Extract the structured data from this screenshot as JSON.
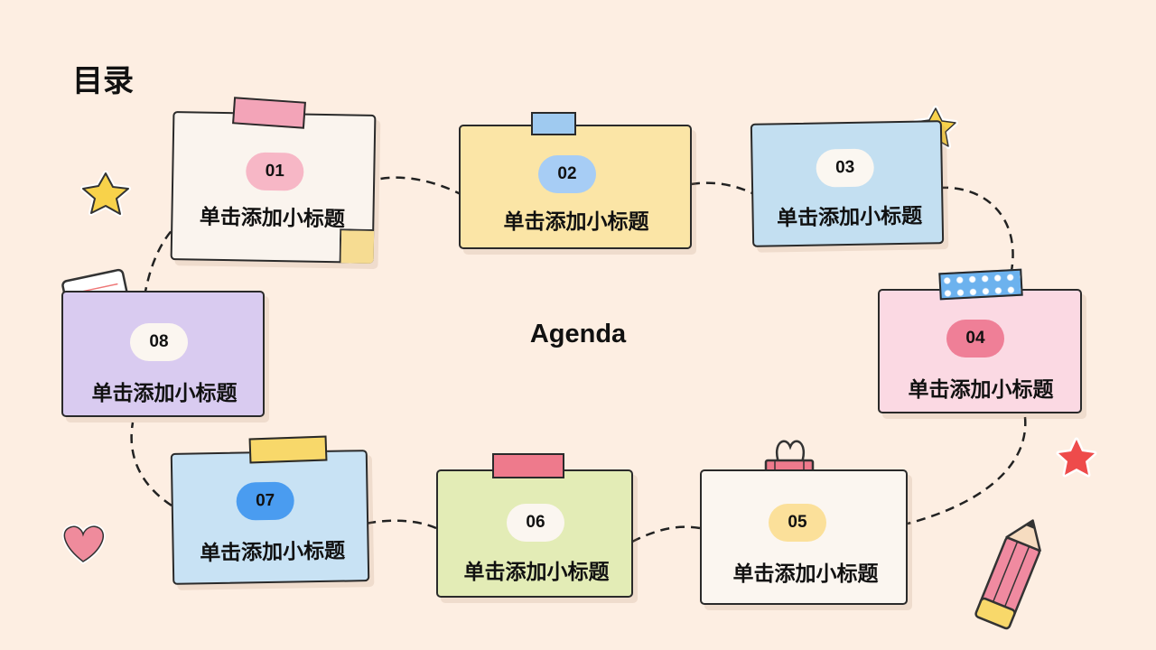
{
  "page": {
    "title": "目录",
    "subtitle": "Agenda"
  },
  "items": [
    {
      "number": "01",
      "label": "单击添加小标题",
      "color": "#faf4ee",
      "badge_color": "#f7b7c6"
    },
    {
      "number": "02",
      "label": "单击添加小标题",
      "color": "#fbe5a6",
      "badge_color": "#a7cdf5"
    },
    {
      "number": "03",
      "label": "单击添加小标题",
      "color": "#c3dff1",
      "badge_color": "#fbf7f1"
    },
    {
      "number": "04",
      "label": "单击添加小标题",
      "color": "#fbd9e3",
      "badge_color": "#ef7f97"
    },
    {
      "number": "05",
      "label": "单击添加小标题",
      "color": "#fbf6f0",
      "badge_color": "#fbe09a"
    },
    {
      "number": "06",
      "label": "单击添加小标题",
      "color": "#e3ecb6",
      "badge_color": "#fbf6f0"
    },
    {
      "number": "07",
      "label": "单击添加小标题",
      "color": "#c8e2f4",
      "badge_color": "#4a9cf0"
    },
    {
      "number": "08",
      "label": "单击添加小标题",
      "color": "#d9cbf0",
      "badge_color": "#fbf6f0"
    }
  ],
  "decorations": [
    "star-icon",
    "heart-icon",
    "pencil-icon",
    "binder-clip-icon",
    "washi-tape",
    "index-card"
  ]
}
